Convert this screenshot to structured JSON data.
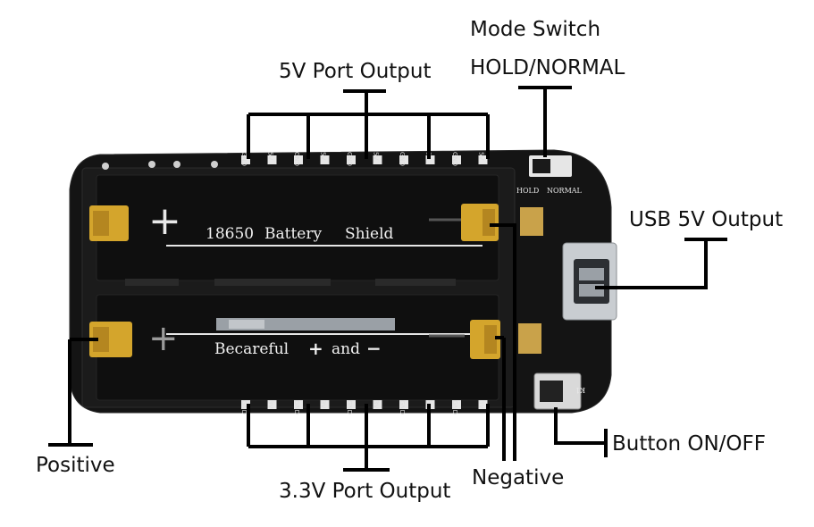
{
  "callouts": {
    "mode_switch_line1": "Mode Switch",
    "mode_switch_line2": "HOLD/NORMAL",
    "port_5v": "5V Port Output",
    "usb_5v": "USB 5V Output",
    "positive": "Positive",
    "port_3v3": "3.3V Port Output",
    "negative": "Negative",
    "button": "Button ON/OFF"
  },
  "board": {
    "title_words": [
      "18650",
      "Battery",
      "Shield"
    ],
    "warning_words": [
      "Becareful",
      "+",
      "and",
      "−"
    ],
    "switch_hold": "HOLD",
    "switch_normal": "NORMAL",
    "button_ref": "K1",
    "plus_sign": "+",
    "pins_top": [
      "GND",
      "5V",
      "GND",
      "5V",
      "GND",
      "5V",
      "GND",
      "5V",
      "GND",
      "5V"
    ],
    "pins_bottom": [
      "GND",
      "3V",
      "GND",
      "3V",
      "GND",
      "3V",
      "GND",
      "3V",
      "GND",
      "3V"
    ]
  },
  "colors": {
    "board": "#141414",
    "holder": "#1b1b1b",
    "contact": "#d4a52c",
    "line": "#000000"
  }
}
